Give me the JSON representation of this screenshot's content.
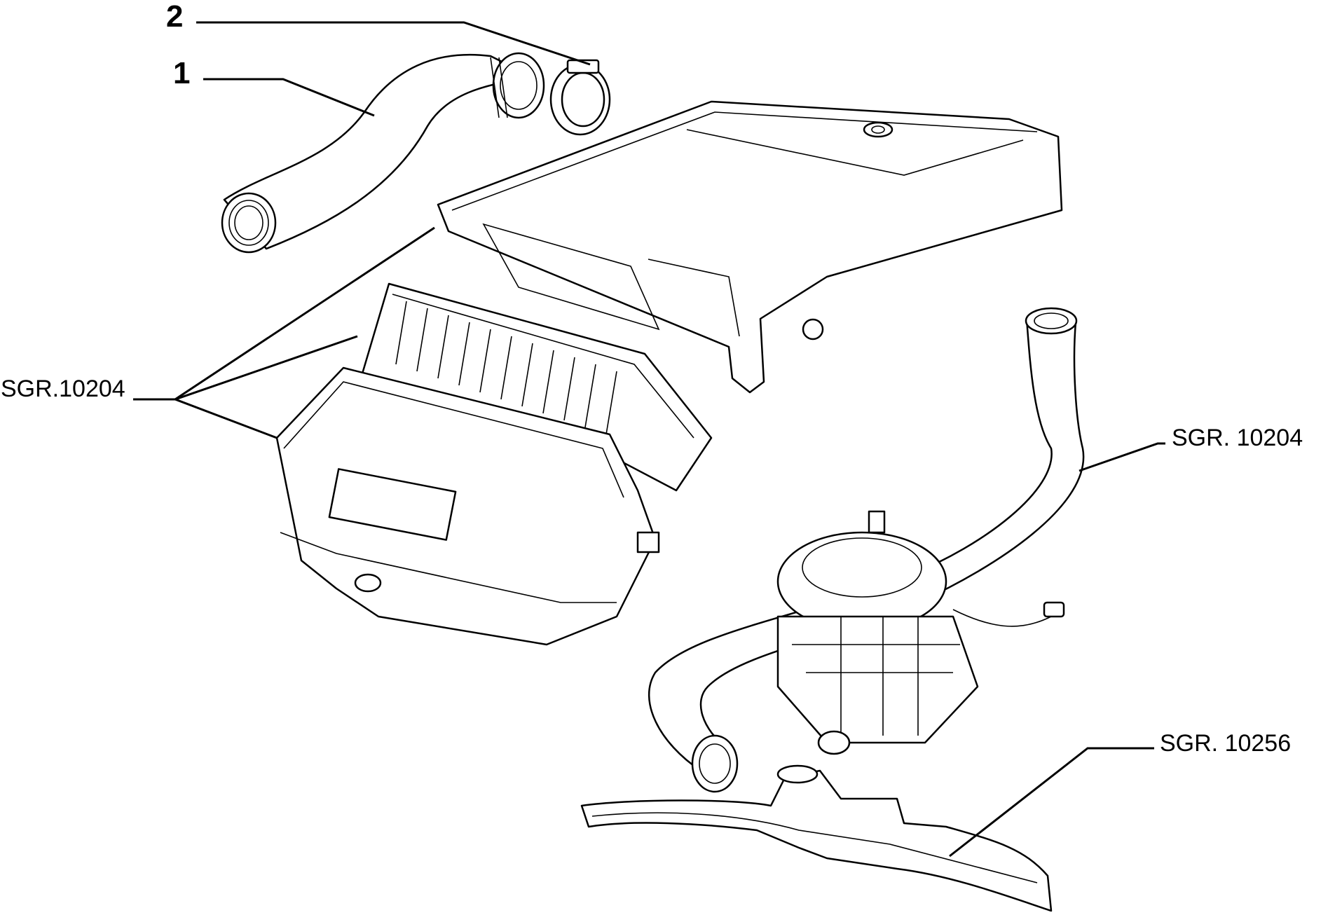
{
  "labels": {
    "part_1": "1",
    "part_2": "2",
    "ref_air_box": "SGR.10204",
    "ref_intake_duct": "SGR. 10204",
    "ref_lower_duct": "SGR. 10256"
  },
  "colors": {
    "ink": "#000000",
    "paper": "#ffffff"
  }
}
